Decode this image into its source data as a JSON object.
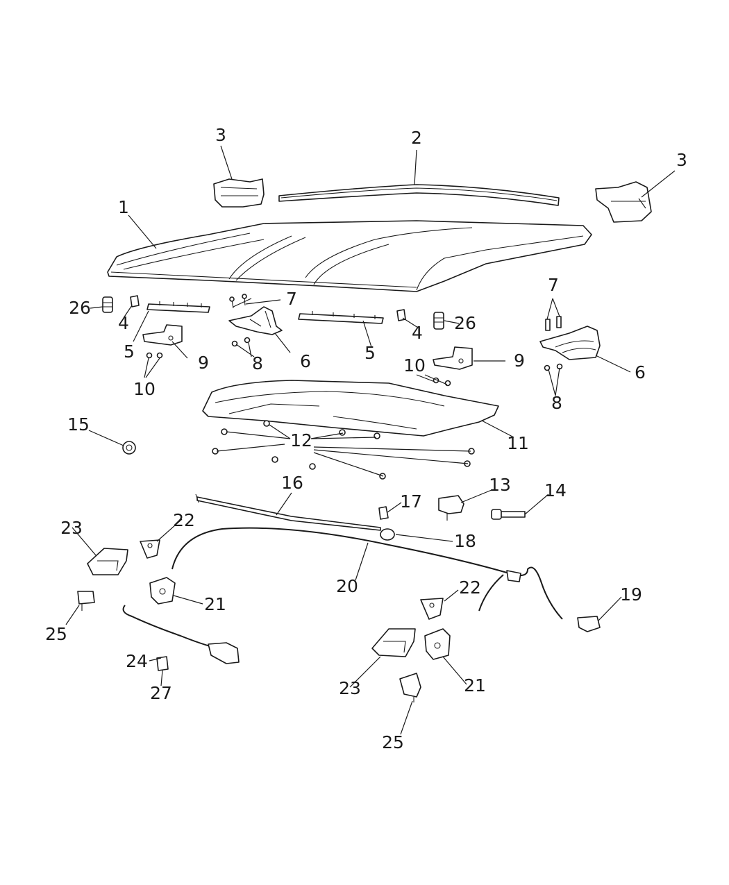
{
  "diagram": {
    "callouts": [
      "1",
      "2",
      "3",
      "3",
      "4",
      "4",
      "5",
      "5",
      "6",
      "6",
      "7",
      "7",
      "8",
      "8",
      "9",
      "9",
      "10",
      "10",
      "11",
      "12",
      "13",
      "14",
      "15",
      "16",
      "17",
      "18",
      "19",
      "20",
      "21",
      "21",
      "22",
      "22",
      "23",
      "23",
      "24",
      "25",
      "25",
      "26",
      "26",
      "27"
    ]
  }
}
